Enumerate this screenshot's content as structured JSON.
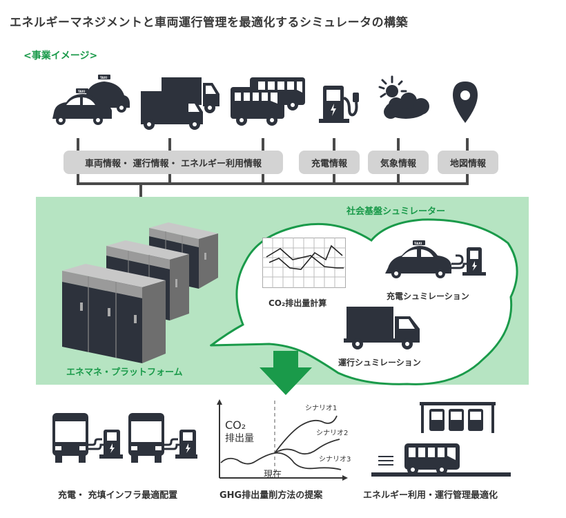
{
  "title": "エネルギーマネジメントと車両運行管理を最適化するシミュレータの構築",
  "subtitle": "<事業イメージ>",
  "colors": {
    "accent_green": "#1a9a4a",
    "panel_green": "#b6e4c2",
    "icon_dark": "#2d323c",
    "pill_gray": "#d3d3d3",
    "line_gray": "#4a4a4a"
  },
  "top_icons": [
    {
      "name": "taxi",
      "badge": "TAXI"
    },
    {
      "name": "truck"
    },
    {
      "name": "bus"
    },
    {
      "name": "charging-station"
    },
    {
      "name": "sun-cloud"
    },
    {
      "name": "map-pin"
    }
  ],
  "info_pills": [
    {
      "label": "車両情報・ 運行情報・ エネルギー利用情報"
    },
    {
      "label": "充電情報"
    },
    {
      "label": "気象情報"
    },
    {
      "label": "地図情報"
    }
  ],
  "platform": {
    "label": "エネマネ・プラットフォーム",
    "simulator_title": "社会基盤シュミレーター"
  },
  "simulator_items": [
    {
      "label": "CO₂排出量計算",
      "icon": "line-chart"
    },
    {
      "label": "充電シュミレーション",
      "icon": "taxi-charging",
      "badge": "TAXI"
    },
    {
      "label": "運行シュミレーション",
      "icon": "truck"
    }
  ],
  "outputs": [
    {
      "label": "充電・ 充填インフラ最適配置",
      "icon": "bus-charging"
    },
    {
      "label": "GHG排出量削方法の提案",
      "icon": "scenario-chart"
    },
    {
      "label": "エネルギー利用・運行管理最適化",
      "icon": "bus-depot"
    }
  ],
  "scenario_chart": {
    "ylabel_line1": "CO₂",
    "ylabel_line2": "排出量",
    "now_label": "現在",
    "scenarios": [
      "シナリオ1",
      "シナリオ2",
      "シナリオ3"
    ]
  }
}
